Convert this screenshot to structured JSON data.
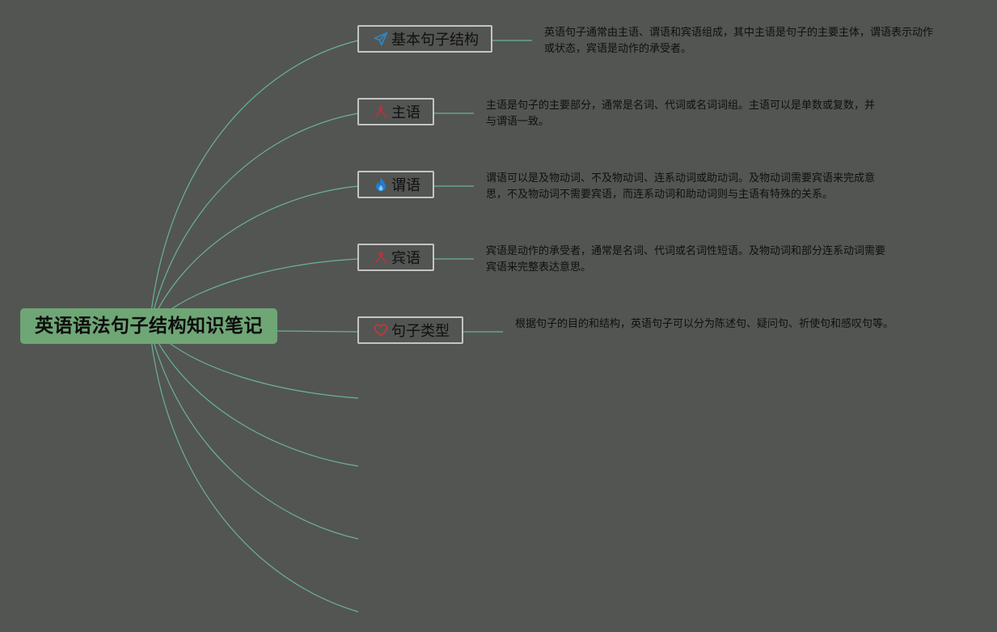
{
  "root": {
    "title": "英语语法句子结构知识笔记"
  },
  "colors": {
    "background": "#535552",
    "root_fill": "#6fa676",
    "connector": "#6ab29a",
    "topic_border": "#c4c4c4"
  },
  "topics": [
    {
      "label": "基本句子结构",
      "icon": "paper-plane-icon",
      "icon_color": "#2f86c6",
      "note": "英语句子通常由主语、谓语和宾语组成，其中主语是句子的主要主体，谓语表示动作或状态，宾语是动作的承受者。"
    },
    {
      "label": "主语",
      "icon": "swords-icon",
      "icon_color": "#b8333d",
      "note": "主语是句子的主要部分，通常是名词、代词或名词词组。主语可以是单数或复数，并与谓语一致。"
    },
    {
      "label": "谓语",
      "icon": "flame-icon",
      "icon_color": "#1f7fd4",
      "note": "谓语可以是及物动词、不及物动词、连系动词或助动词。及物动词需要宾语来完成意思，不及物动词不需要宾语，而连系动词和助动词则与主语有特殊的关系。"
    },
    {
      "label": "宾语",
      "icon": "swords-icon",
      "icon_color": "#b8333d",
      "note": "宾语是动作的承受者，通常是名词、代词或名词性短语。及物动词和部分连系动词需要宾语来完整表达意思。"
    },
    {
      "label": "句子类型",
      "icon": "heart-icon",
      "icon_color": "#c0393f",
      "note": "根据句子的目的和结构，英语句子可以分为陈述句、疑问句、祈使句和感叹句等。"
    }
  ]
}
